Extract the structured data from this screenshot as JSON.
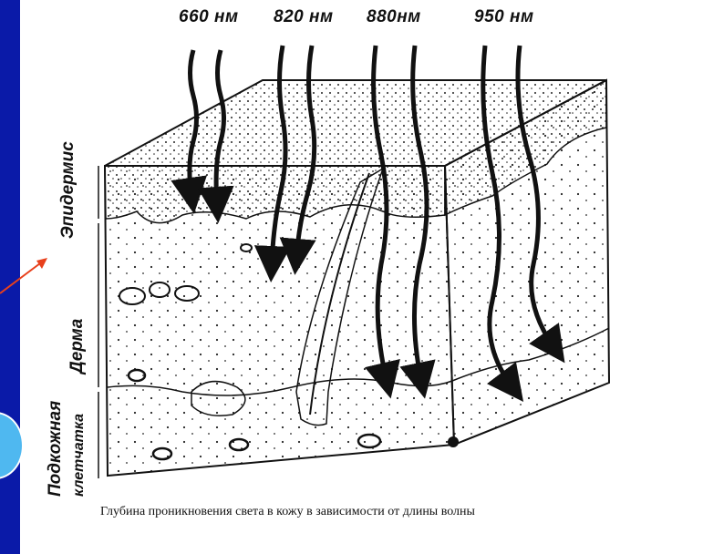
{
  "wavelengths": [
    "660 нм",
    "820 нм",
    "880нм",
    "950 нм"
  ],
  "layers": {
    "epidermis": "Эпидермис",
    "dermis": "Дерма",
    "subcutis_line1": "Подкожная",
    "subcutis_line2": "клетчатка"
  },
  "caption": "Глубина проникновения света в кожу в зависимости от длины волны",
  "colors": {
    "slide_background": "#0a1aa8",
    "paper": "#ffffff",
    "ink": "#111111",
    "pointer_arrow": "#e8401c",
    "bullet_blob": "#4fb8f0"
  }
}
